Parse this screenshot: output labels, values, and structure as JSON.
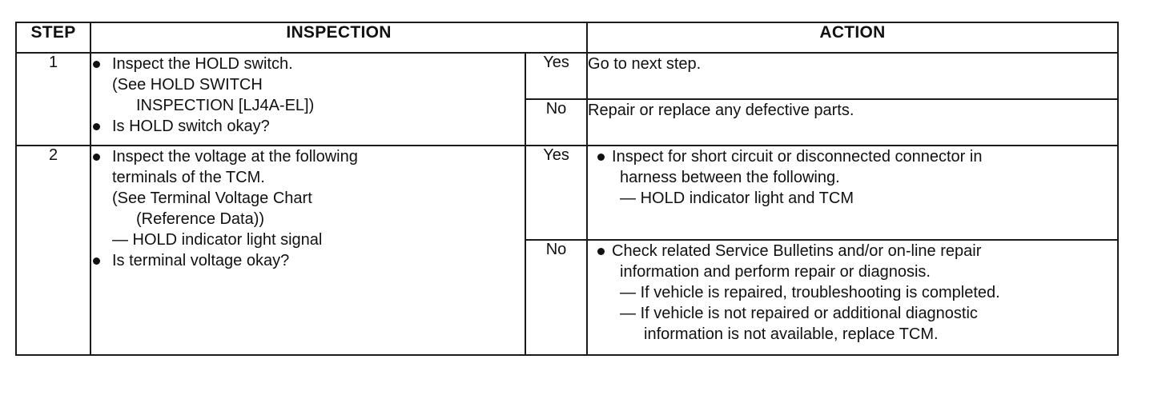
{
  "headers": {
    "step": "STEP",
    "inspection": "INSPECTION",
    "action": "ACTION"
  },
  "steps": [
    {
      "number": "1",
      "inspection": [
        "Inspect the HOLD switch.",
        "(See HOLD SWITCH",
        "INSPECTION [LJ4A-EL])",
        "Is HOLD switch okay?"
      ],
      "yes": {
        "label": "Yes",
        "action": [
          "Go to next step."
        ]
      },
      "no": {
        "label": "No",
        "action": [
          "Repair or replace any defective parts."
        ]
      }
    },
    {
      "number": "2",
      "inspection": [
        "Inspect the voltage at the following",
        "terminals of the TCM.",
        "(See Terminal Voltage Chart",
        "(Reference Data))",
        "— HOLD indicator light signal",
        "Is terminal voltage okay?"
      ],
      "yes": {
        "label": "Yes",
        "action": [
          "Inspect for short circuit or disconnected connector in",
          "harness between the following.",
          "— HOLD indicator light and TCM"
        ]
      },
      "no": {
        "label": "No",
        "action": [
          "Check related Service Bulletins and/or on-line repair",
          "information and perform repair or diagnosis.",
          "— If vehicle is repaired, troubleshooting is completed.",
          "— If vehicle is not repaired or additional diagnostic",
          "information is not available, replace TCM."
        ]
      }
    }
  ]
}
